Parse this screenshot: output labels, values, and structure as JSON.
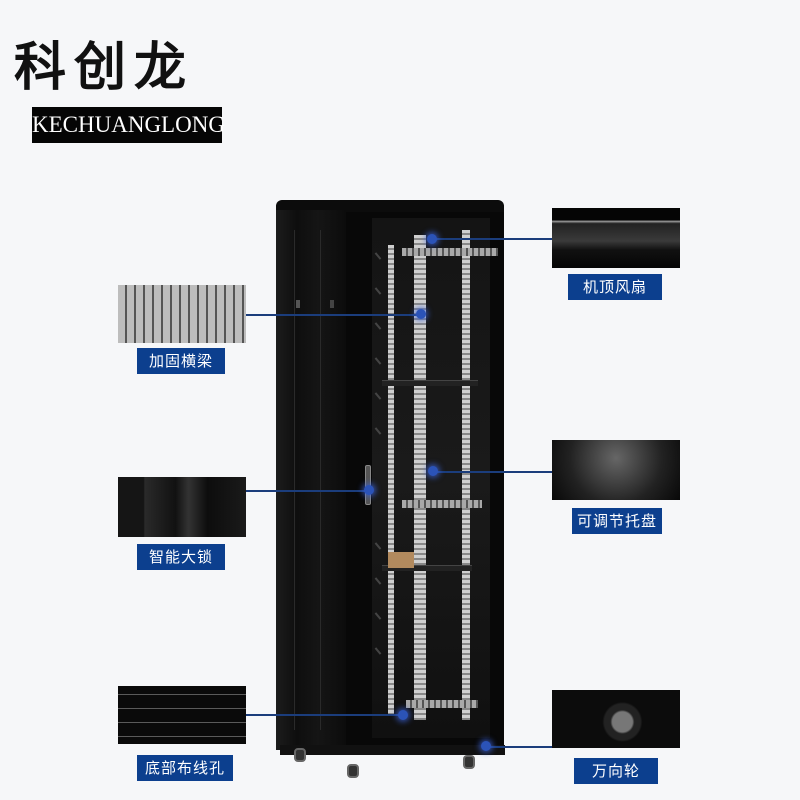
{
  "brand": {
    "name_cn": "科创龙",
    "name_en": "KECHUANGLONG"
  },
  "callouts": [
    {
      "id": "top-fan",
      "label": "机顶风扇",
      "side": "right"
    },
    {
      "id": "reinforced-beam",
      "label": "加固横梁",
      "side": "left"
    },
    {
      "id": "adjustable-tray",
      "label": "可调节托盘",
      "side": "right"
    },
    {
      "id": "smart-lock",
      "label": "智能大锁",
      "side": "left"
    },
    {
      "id": "bottom-cable-hole",
      "label": "底部布线孔",
      "side": "left"
    },
    {
      "id": "universal-wheel",
      "label": "万向轮",
      "side": "right"
    }
  ],
  "colors": {
    "label_bg": "#0c3f8e",
    "connector_line": "#1b3d7c",
    "background": "#f6f7f9"
  }
}
